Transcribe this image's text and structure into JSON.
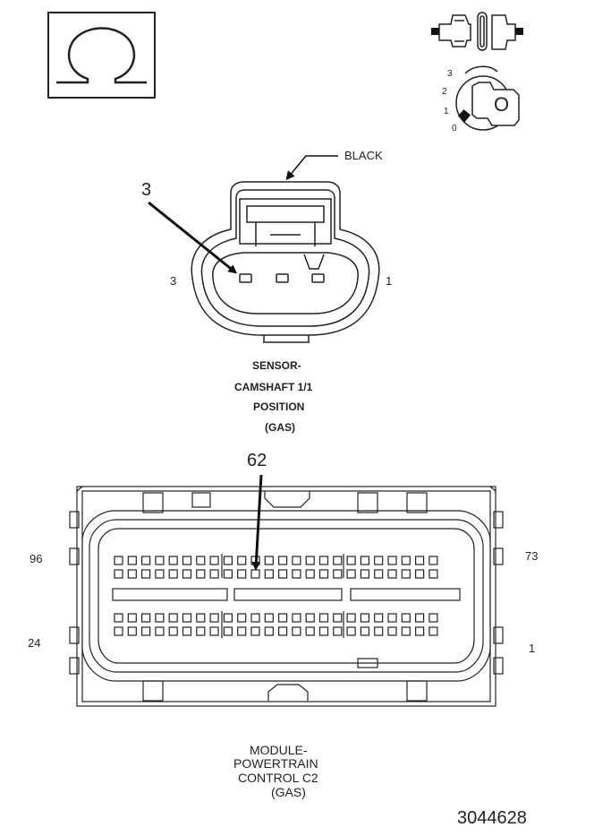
{
  "key_positions": [
    "3",
    "2",
    "1",
    "0"
  ],
  "key_letter": "O",
  "sensor_connector": {
    "wire_color_label": "BLACK",
    "callout": "3",
    "pin_left": "3",
    "pin_right": "1",
    "title_lines": [
      "SENSOR-",
      "CAMSHAFT 1/1",
      "POSITION",
      "(GAS)"
    ]
  },
  "pcm_connector": {
    "callout": "62",
    "pin_top_left": "96",
    "pin_top_right": "73",
    "pin_bottom_left": "24",
    "pin_bottom_right": "1",
    "title_lines": [
      "MODULE-",
      "POWERTRAIN",
      "CONTROL C2",
      "(GAS)"
    ]
  },
  "figure_number": "3044628",
  "icons": [
    "ohm-meter-icon",
    "connector-disconnect-icon",
    "ignition-key-off-icon"
  ]
}
